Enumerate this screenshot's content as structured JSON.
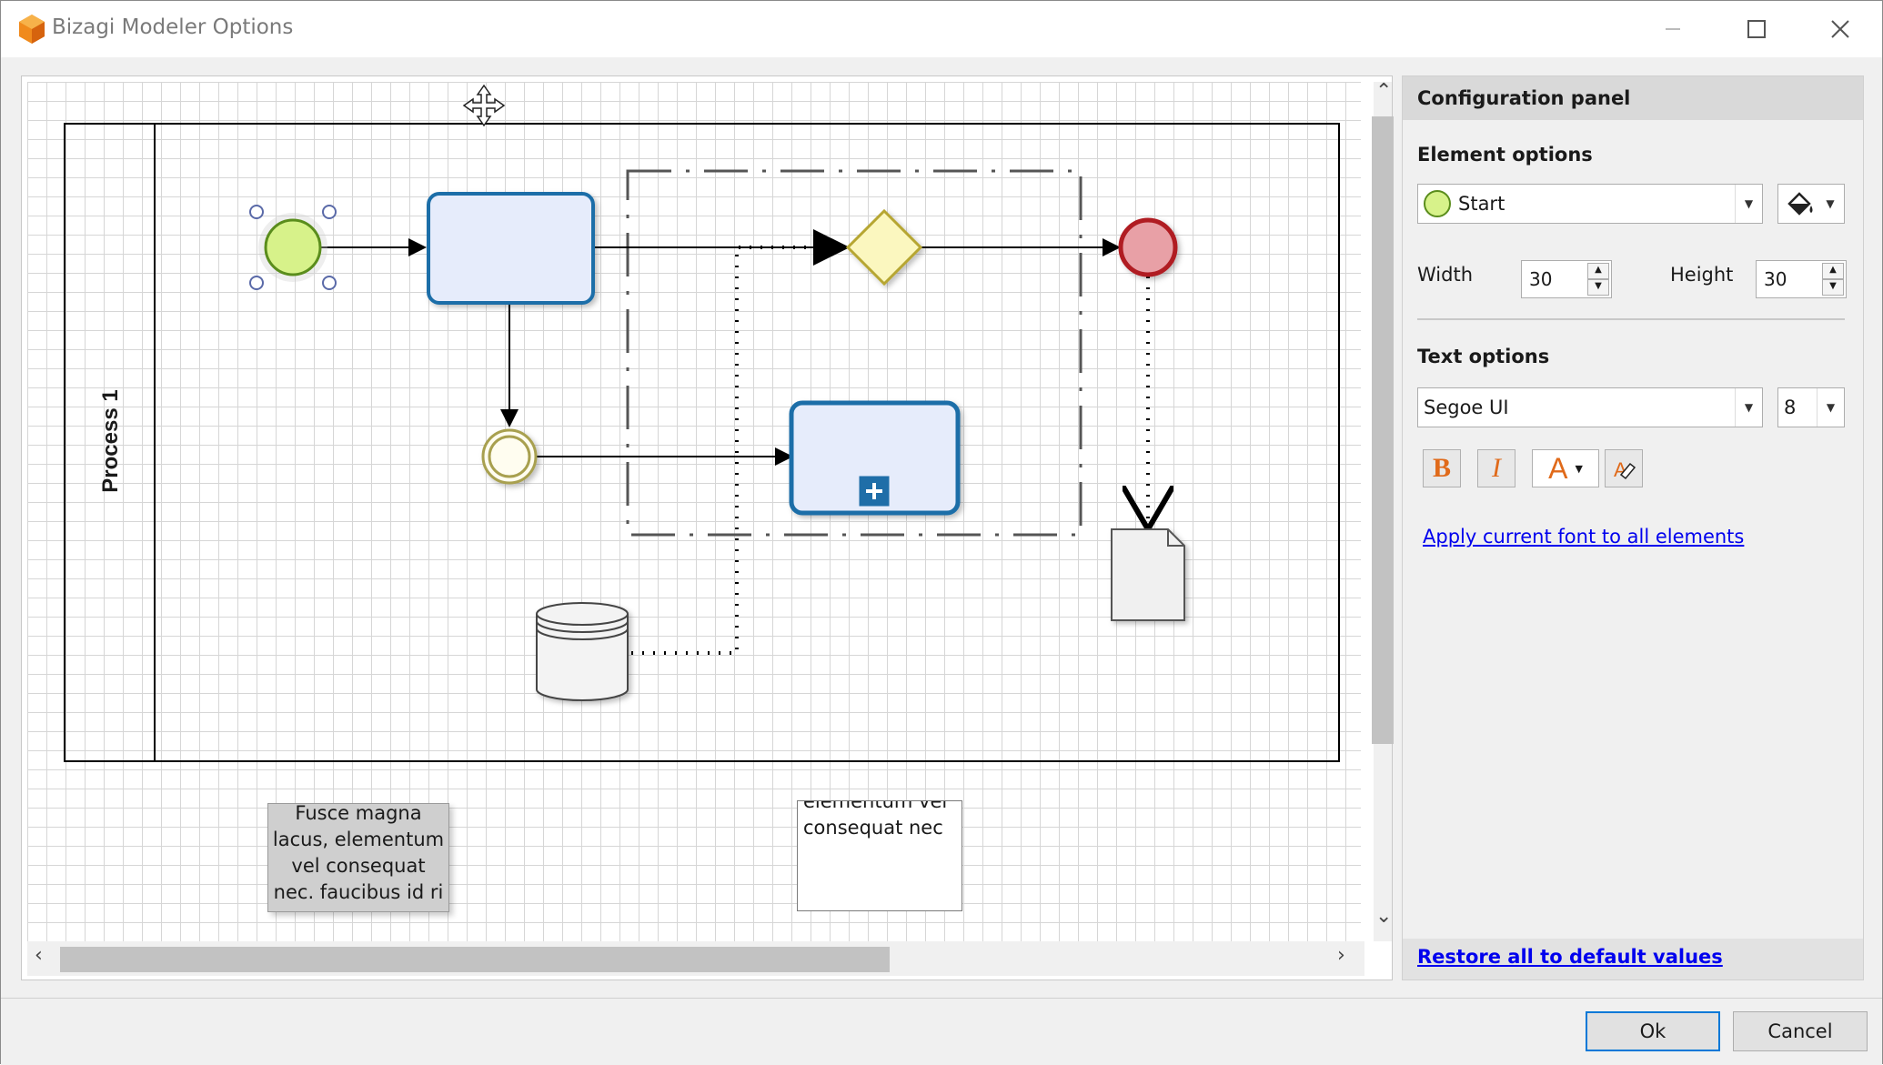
{
  "window": {
    "title": "Bizagi Modeler Options",
    "controls": {
      "minimize": "—",
      "maximize": "☐",
      "close": "✕"
    }
  },
  "diagram": {
    "pool_label": "Process 1",
    "annotation_gray": [
      "Fusce magna",
      "lacus, elementum",
      "vel consequat",
      "nec. faucibus id ri"
    ],
    "annotation_white": [
      "elementum vel",
      "consequat nec"
    ]
  },
  "config": {
    "header": "Configuration panel",
    "element_options": {
      "title": "Element options",
      "element_select": "Start",
      "width_label": "Width",
      "width_value": "30",
      "height_label": "Height",
      "height_value": "30"
    },
    "text_options": {
      "title": "Text options",
      "font_select": "Segoe UI",
      "size_select": "8",
      "bold_label": "B",
      "italic_label": "I",
      "color_label": "A",
      "apply_link": "Apply current font to all elements"
    },
    "restore_link": "Restore all to default values"
  },
  "buttons": {
    "ok": "Ok",
    "cancel": "Cancel"
  },
  "colors": {
    "start_event": "#d7f28a",
    "end_event": "#e8a0a6",
    "task_fill": "#e6ecfb",
    "task_border": "#1f6ea8",
    "gateway": "#fbf7bf",
    "link": "#0000ee"
  }
}
